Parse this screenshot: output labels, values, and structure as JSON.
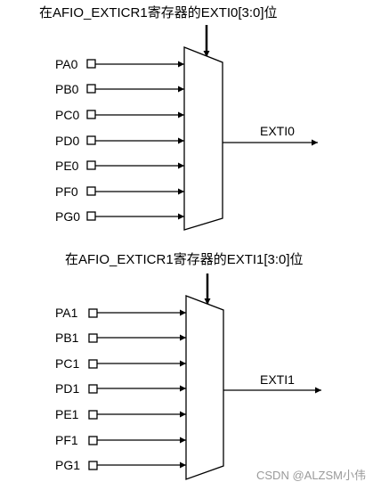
{
  "watermark": "CSDN @ALZSM小伟",
  "muxes": [
    {
      "title": "在AFIO_EXTICR1寄存器的EXTI0[3:0]位",
      "output": "EXTI0",
      "inputs": [
        "PA0",
        "PB0",
        "PC0",
        "PD0",
        "PE0",
        "PF0",
        "PG0"
      ]
    },
    {
      "title": "在AFIO_EXTICR1寄存器的EXTI1[3:0]位",
      "output": "EXTI1",
      "inputs": [
        "PA1",
        "PB1",
        "PC1",
        "PD1",
        "PE1",
        "PF1",
        "PG1"
      ]
    }
  ]
}
